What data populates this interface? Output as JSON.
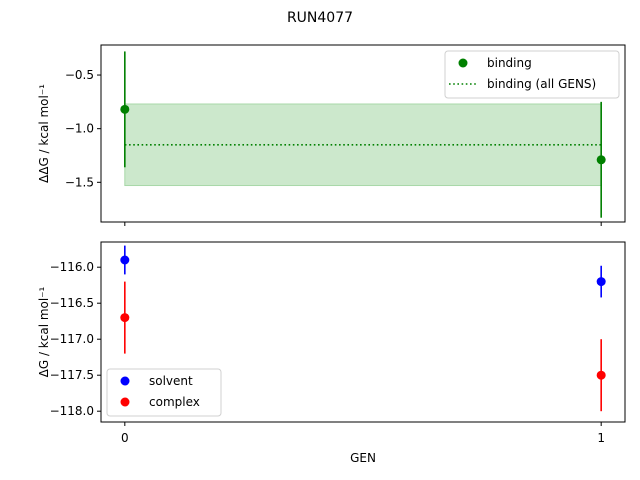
{
  "figure": {
    "suptitle": "RUN4077",
    "xlabel": "GEN"
  },
  "chart_data": [
    {
      "type": "scatter",
      "panel": "top",
      "ylabel": "ΔΔG / kcal mol⁻¹",
      "xlim": [
        -0.05,
        1.05
      ],
      "ylim": [
        -1.87,
        -0.22
      ],
      "yticks": [
        -0.5,
        -1.0,
        -1.5
      ],
      "ytick_labels": [
        "−0.5",
        "−1.0",
        "−1.5"
      ],
      "xticks": [
        0,
        1
      ],
      "xtick_labels": [],
      "legend_position": "top-right",
      "series": [
        {
          "name": "binding",
          "color": "#008000",
          "x": [
            0,
            1
          ],
          "y": [
            -0.82,
            -1.29
          ],
          "yerr": [
            0.54,
            0.54
          ]
        }
      ],
      "reference_line": {
        "name": "binding (all GENS)",
        "color": "#008000",
        "style": "dotted",
        "y": -1.15,
        "band": [
          -1.53,
          -0.77
        ],
        "band_color": "#cce8cc"
      }
    },
    {
      "type": "scatter",
      "panel": "bottom",
      "ylabel": "ΔG / kcal mol⁻¹",
      "xlim": [
        -0.05,
        1.05
      ],
      "ylim": [
        -118.15,
        -115.65
      ],
      "yticks": [
        -116.0,
        -116.5,
        -117.0,
        -117.5,
        -118.0
      ],
      "ytick_labels": [
        "−116.0",
        "−116.5",
        "−117.0",
        "−117.5",
        "−118.0"
      ],
      "xticks": [
        0,
        1
      ],
      "xtick_labels": [
        "0",
        "1"
      ],
      "legend_position": "bottom-left",
      "series": [
        {
          "name": "solvent",
          "color": "#0000ff",
          "x": [
            0,
            1
          ],
          "y": [
            -115.9,
            -116.2
          ],
          "yerr": [
            0.2,
            0.22
          ]
        },
        {
          "name": "complex",
          "color": "#ff0000",
          "x": [
            0,
            1
          ],
          "y": [
            -116.7,
            -117.5
          ],
          "yerr": [
            0.5,
            0.5
          ]
        }
      ]
    }
  ]
}
